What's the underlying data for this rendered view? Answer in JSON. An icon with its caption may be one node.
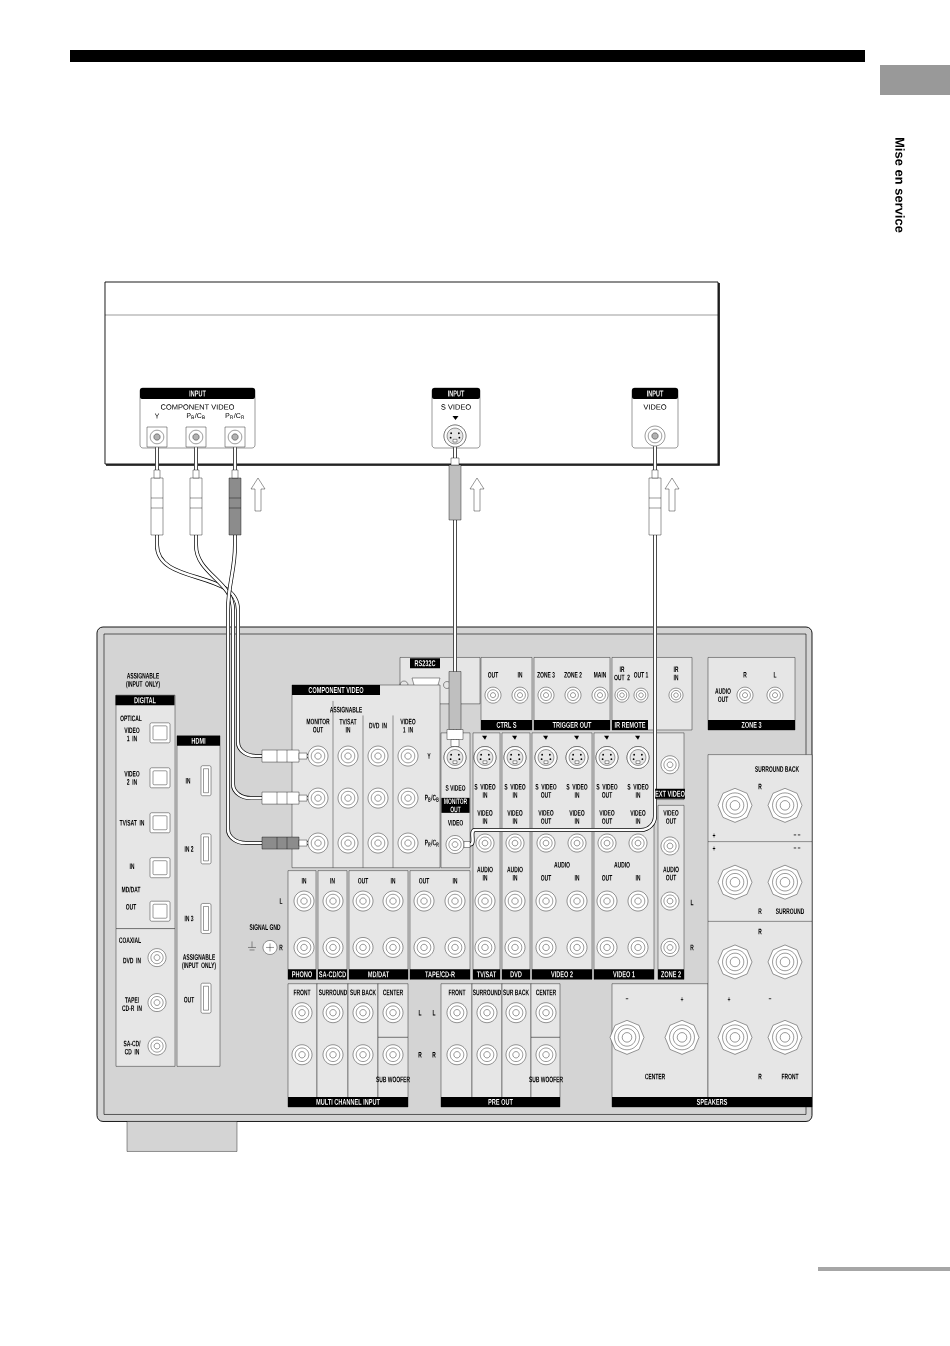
{
  "diagram": {
    "nodes": [
      {
        "text": [],
        "shape": "box"
      },
      {
        "text": [
          "INPUT",
          "COMPONENT VIDEO"
        ],
        "in": 0
      },
      {
        "text": [
          "Y"
        ],
        "in": 1
      },
      {
        "text": [
          "P$_{B}$/C$_{B}$"
        ],
        "in": 1
      },
      {
        "text": [
          "P$_{R}$/C$_{R}$"
        ],
        "in": 1
      },
      {
        "text": [
          "INPUT",
          "S VIDEO"
        ],
        "in": 0
      },
      {
        "text": [],
        "shape": "circle",
        "in": 5
      },
      {
        "text": [
          "INPUT",
          "VIDEO"
        ],
        "in": 0
      },
      {
        "text": [],
        "shape": "circle",
        "in": 7
      },
      {
        "text": [],
        "shape": "box"
      },
      {
        "text": [
          "COMPONENT VIDEO"
        ],
        "in": 9
      },
      {
        "text": [],
        "shape": "circle",
        "in": 10
      },
      {
        "text": [],
        "shape": "circle",
        "in": 10
      },
      {
        "text": [],
        "shape": "circle",
        "in": 10
      },
      {
        "text": [
          "S VIDEO",
          "MONITOR OUT",
          "VIDEO"
        ],
        "in": 9
      },
      {
        "text": [],
        "shape": "circle",
        "in": 14
      },
      {
        "text": [],
        "shape": "circle",
        "in": 14
      },
      {
        "text": [],
        "shape": "box",
        "in": 9
      },
      {
        "text": [],
        "shape": "box",
        "in": 9
      },
      {
        "text": [],
        "shape": "box",
        "in": 9
      },
      {
        "text": [],
        "shape": "box",
        "in": 9
      },
      {
        "text": [],
        "shape": "box",
        "in": 9
      },
      {
        "text": [],
        "shape": "circle",
        "in": 9
      },
      {
        "text": [],
        "shape": "circle",
        "in": 9
      },
      {
        "text": [],
        "shape": "circle",
        "in": 9
      },
      {
        "text": [],
        "shape": "circle",
        "in": 9
      },
      {
        "text": [],
        "shape": "circle",
        "in": 9
      },
      {
        "text": [],
        "shape": "circle",
        "in": 9
      },
      {
        "text": [],
        "shape": "circle",
        "in": 9
      },
      {
        "text": [],
        "shape": "circle",
        "in": 9
      },
      {
        "text": [],
        "shape": "circle",
        "in": 9
      },
      {
        "text": [],
        "shape": "circle",
        "in": 10
      },
      {
        "text": [],
        "shape": "circle",
        "in": 10
      },
      {
        "text": [],
        "shape": "circle",
        "in": 10
      },
      {
        "text": [],
        "shape": "circle",
        "in": 10
      },
      {
        "text": [],
        "shape": "circle",
        "in": 10
      },
      {
        "text": [],
        "shape": "circle",
        "in": 10
      },
      {
        "text": [],
        "shape": "circle",
        "in": 10
      },
      {
        "text": [],
        "shape": "circle",
        "in": 10
      },
      {
        "text": [],
        "shape": "circle",
        "in": 10
      },
      {
        "text": [],
        "shape": "circle",
        "in": 9
      },
      {
        "text": [],
        "shape": "circle",
        "in": 9
      },
      {
        "text": [],
        "shape": "circle",
        "in": 9
      },
      {
        "text": [],
        "shape": "circle",
        "in": 9
      },
      {
        "text": [],
        "shape": "circle",
        "in": 9
      },
      {
        "text": [],
        "shape": "circle",
        "in": 9
      },
      {
        "text": [],
        "shape": "circle",
        "in": 9
      },
      {
        "text": [],
        "shape": "circle",
        "in": 9
      },
      {
        "text": [],
        "shape": "circle",
        "in": 9
      },
      {
        "text": [],
        "shape": "circle",
        "in": 9
      },
      {
        "text": [],
        "shape": "circle",
        "in": 9
      },
      {
        "text": [],
        "shape": "circle",
        "in": 9
      },
      {
        "text": [],
        "shape": "circle",
        "in": 9
      },
      {
        "text": [],
        "shape": "circle",
        "in": 9
      },
      {
        "text": [],
        "shape": "circle",
        "in": 9
      },
      {
        "text": [],
        "shape": "circle",
        "in": 9
      },
      {
        "text": [],
        "shape": "circle",
        "in": 9
      },
      {
        "text": [],
        "shape": "circle",
        "in": 9
      },
      {
        "text": [],
        "shape": "circle",
        "in": 9
      },
      {
        "text": [],
        "shape": "circle",
        "in": 9
      },
      {
        "text": [],
        "shape": "circle",
        "in": 9
      },
      {
        "text": [],
        "shape": "circle",
        "in": 9
      },
      {
        "text": [],
        "shape": "circle",
        "in": 9
      },
      {
        "text": [],
        "shape": "circle",
        "in": 9
      },
      {
        "text": [],
        "shape": "circle",
        "in": 9
      },
      {
        "text": [],
        "shape": "circle",
        "in": 9
      },
      {
        "text": [],
        "shape": "circle",
        "in": 9
      },
      {
        "text": [],
        "shape": "circle",
        "in": 9
      },
      {
        "text": [],
        "shape": "circle",
        "in": 9
      },
      {
        "text": [],
        "shape": "circle",
        "in": 9
      },
      {
        "text": [],
        "shape": "circle",
        "in": 9
      },
      {
        "text": [],
        "shape": "circle",
        "in": 9
      },
      {
        "text": [],
        "shape": "circle",
        "in": 9
      },
      {
        "text": [],
        "shape": "circle",
        "in": 9
      },
      {
        "text": [],
        "shape": "circle",
        "in": 9
      },
      {
        "text": [],
        "shape": "circle",
        "in": 9
      },
      {
        "text": [],
        "shape": "circle",
        "in": 9
      },
      {
        "text": [],
        "shape": "circle",
        "in": 9
      },
      {
        "text": [],
        "shape": "circle",
        "in": 9
      },
      {
        "text": [],
        "shape": "circle",
        "in": 9
      },
      {
        "text": [],
        "shape": "circle",
        "in": 9
      },
      {
        "text": [],
        "shape": "circle",
        "in": 9
      },
      {
        "text": [],
        "shape": "circle",
        "in": 9
      },
      {
        "text": [],
        "shape": "circle",
        "in": 9
      },
      {
        "text": [],
        "shape": "circle",
        "in": 9
      },
      {
        "text": [],
        "shape": "circle",
        "in": 9
      },
      {
        "text": [],
        "shape": "circle",
        "in": 9
      },
      {
        "text": [],
        "shape": "circle",
        "in": 9
      },
      {
        "text": [],
        "shape": "circle",
        "in": 9
      },
      {
        "text": [],
        "shape": "circle",
        "in": 9
      },
      {
        "text": [],
        "shape": "circle",
        "in": 9
      },
      {
        "text": [],
        "shape": "circle",
        "in": 9
      },
      {
        "text": [],
        "shape": "circle",
        "in": 9
      },
      {
        "text": [],
        "shape": "circle",
        "in": 9
      },
      {
        "text": [],
        "shape": "circle",
        "in": 9
      },
      {
        "text": [],
        "shape": "circle",
        "in": 9
      },
      {
        "text": [],
        "shape": "circle",
        "in": 9
      },
      {
        "text": [],
        "shape": "circle",
        "in": 9
      },
      {
        "text": [],
        "shape": "circle",
        "in": 9
      },
      {
        "text": [],
        "shape": "circle",
        "in": 9
      },
      {
        "text": [],
        "shape": "box",
        "in": 9
      },
      {
        "text": [],
        "shape": "box",
        "in": 9
      },
      {
        "text": [],
        "shape": "box",
        "in": 9
      },
      {
        "text": [],
        "shape": "box",
        "in": 9
      },
      {
        "text": [],
        "shape": "octagon",
        "in": 9
      },
      {
        "text": [],
        "shape": "octagon",
        "in": 9
      },
      {
        "text": [],
        "shape": "octagon",
        "in": 9
      },
      {
        "text": [],
        "shape": "octagon",
        "in": 9
      },
      {
        "text": [],
        "shape": "octagon",
        "in": 9
      },
      {
        "text": [],
        "shape": "octagon",
        "in": 9
      },
      {
        "text": [],
        "shape": "octagon",
        "in": 9
      },
      {
        "text": [],
        "shape": "octagon",
        "in": 9
      },
      {
        "text": [],
        "shape": "octagon",
        "in": 9
      },
      {
        "text": [],
        "shape": "octagon",
        "in": 9
      }
    ],
    "edges": [
      {
        "from": 2,
        "to": 11,
        "arrow": "other"
      },
      {
        "from": 3,
        "to": 12,
        "arrow": "other"
      },
      {
        "from": 4,
        "to": 13,
        "arrow": "other"
      },
      {
        "from": 6,
        "to": 15,
        "arrow": "other"
      },
      {
        "from": 8,
        "to": 16,
        "arrow": "other"
      }
    ],
    "labels": [
      "Mise en service",
      "ASSIGNABLE (INPUT ONLY)",
      "DIGITAL",
      "OPTICAL",
      "VIDEO 1 IN",
      "VIDEO 2 IN",
      "TV/SAT IN",
      "IN",
      "MD/DAT",
      "OUT",
      "COAXIAL",
      "DVD IN",
      "TAPE/ CD-R IN",
      "SA-CD/ CD IN",
      "HDMI",
      "IN",
      "IN 2",
      "IN 3",
      "ASSIGNABLE (INPUT ONLY)",
      "OUT",
      "SIGNAL GND",
      "ASSIGNABLE",
      "MONITOR OUT",
      "TV/SAT IN",
      "DVD IN",
      "VIDEO 1 IN",
      "Y",
      "P$_{B}$/C$_{B}$",
      "P$_{R}$/C$_{R}$",
      "RS232C",
      "OUT",
      "IN",
      "CTRL S",
      "ZONE 3",
      "ZONE 2",
      "MAIN",
      "TRIGGER OUT",
      "IR OUT 2",
      "OUT 1",
      "IR IN",
      "IR REMOTE",
      "R",
      "L",
      "AUDIO OUT",
      "ZONE 3",
      "S VIDEO IN",
      "VIDEO IN",
      "AUDIO IN",
      "S VIDEO IN",
      "VIDEO IN",
      "AUDIO IN",
      "S VIDEO OUT",
      "S VIDEO IN",
      "VIDEO OUT",
      "VIDEO IN",
      "AUDIO",
      "OUT",
      "IN",
      "S VIDEO OUT",
      "S VIDEO IN",
      "VIDEO OUT",
      "VIDEO IN",
      "AUDIO",
      "OUT",
      "IN",
      "EXT VIDEO",
      "VIDEO OUT",
      "AUDIO OUT",
      "L",
      "R",
      "IN",
      "L",
      "R",
      "PHONO",
      "IN",
      "SA-CD/CD",
      "OUT",
      "IN",
      "MD/DAT",
      "OUT",
      "IN",
      "TAPE/CD-R",
      "TV/SAT",
      "DVD",
      "VIDEO 2",
      "VIDEO 1",
      "ZONE 2",
      "FRONT",
      "SURROUND",
      "SUR BACK",
      "CENTER",
      "SUB WOOFER",
      "L",
      "R",
      "MULTI CHANNEL INPUT",
      "L",
      "R",
      "FRONT",
      "SURROUND",
      "SUR BACK",
      "CENTER",
      "SUB WOOFER",
      "PRE OUT",
      "SURROUND BACK",
      "R",
      "+",
      "– –",
      "+",
      "– –",
      "R",
      "SURROUND",
      "R",
      "+",
      "–",
      "R",
      "FRONT",
      "–",
      "+",
      "CENTER",
      "SPEAKERS"
    ]
  }
}
